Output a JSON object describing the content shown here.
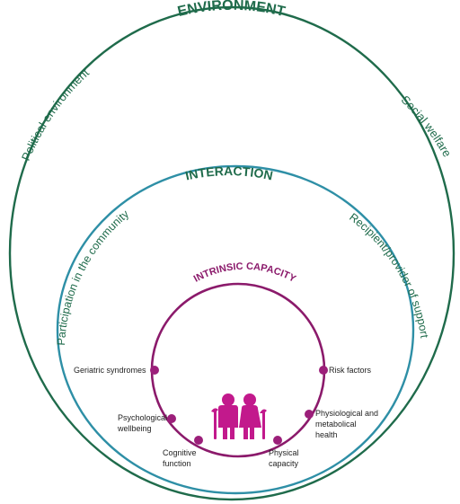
{
  "colors": {
    "environment": "#1f6b4b",
    "interaction": "#2e8fa6",
    "intrinsic": "#8b1a6b",
    "node": "#9c1f7a",
    "figures": "#c2198c",
    "text": "#1f1f1f"
  },
  "rings": {
    "environment": {
      "title": "ENVIRONMENT",
      "left_label": "Political environment",
      "right_label": "Social welfare"
    },
    "interaction": {
      "title": "INTERACTION",
      "left_label": "Participation in the community",
      "right_label": "Recipient/provider of support"
    },
    "intrinsic": {
      "title": "INTRINSIC CAPACITY"
    }
  },
  "nodes": [
    {
      "id": "geriatric",
      "lines": [
        "Geriatric syndromes"
      ]
    },
    {
      "id": "psychological",
      "lines": [
        "Psychological",
        "wellbeing"
      ]
    },
    {
      "id": "cognitive",
      "lines": [
        "Cognitive",
        "function"
      ]
    },
    {
      "id": "physical",
      "lines": [
        "Physical",
        "capacity"
      ]
    },
    {
      "id": "physiological",
      "lines": [
        "Physiological and",
        "metabolical",
        "health"
      ]
    },
    {
      "id": "risk",
      "lines": [
        "Risk factors"
      ]
    }
  ],
  "center_icon": "elderly-couple-with-canes-icon"
}
